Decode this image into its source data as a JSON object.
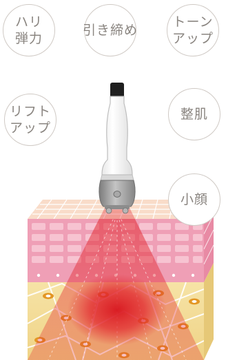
{
  "badges": [
    {
      "lines": [
        "ハリ",
        "弾力"
      ]
    },
    {
      "lines": [
        "引き締め"
      ]
    },
    {
      "lines": [
        "トーン",
        "アップ"
      ]
    },
    {
      "lines": [
        "リフト",
        "アップ"
      ]
    },
    {
      "lines": [
        "整肌"
      ]
    },
    {
      "lines": [
        "小顔"
      ]
    }
  ],
  "colors": {
    "badge_border": "#cfc9c4",
    "badge_text": "#8a8580",
    "epidermis": "#f7d6c4",
    "dermis": "#ef9fb6",
    "dermis_light": "#f7c3d1",
    "fat": "#f3df9c",
    "fat_cell": "#e39624",
    "beam": "#e2262e",
    "heat_core": "#d8161f",
    "device_body": "#ffffff",
    "device_head": "#9b9b9b",
    "device_tip": "#1f1f1f"
  }
}
